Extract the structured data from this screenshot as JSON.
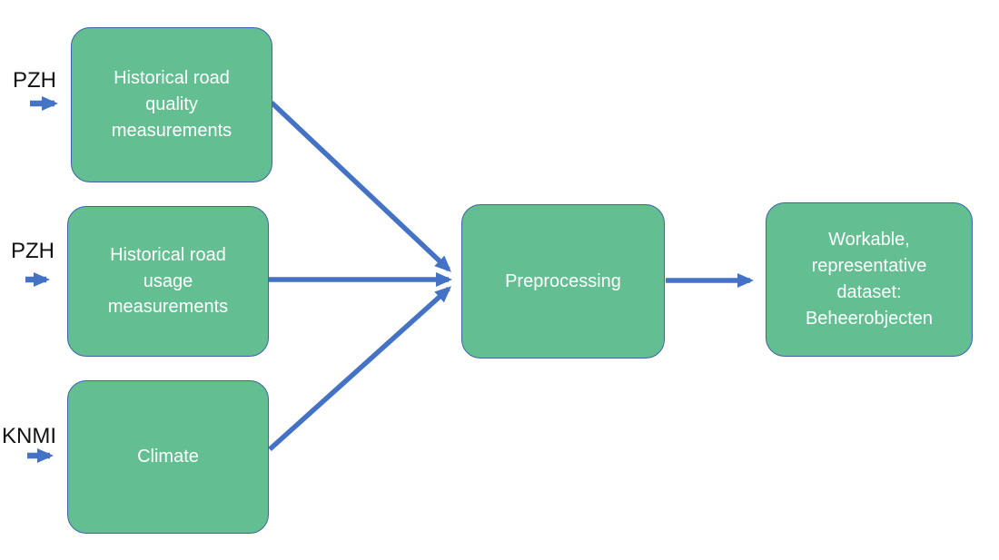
{
  "colors": {
    "node_fill": "#63BE91",
    "node_border": "#3C64A8",
    "arrow": "#4472C4",
    "node_text": "#FFFFFF",
    "source_label_text": "#111111",
    "background": "#FFFFFF"
  },
  "source_labels": [
    {
      "label": "PZH",
      "feeds": "historical-road-quality"
    },
    {
      "label": "PZH",
      "feeds": "historical-road-usage"
    },
    {
      "label": "KNMI",
      "feeds": "climate"
    }
  ],
  "nodes": [
    {
      "id": "historical-road-quality",
      "text": "Historical road\nquality\nmeasurements"
    },
    {
      "id": "historical-road-usage",
      "text": "Historical road\nusage\nmeasurements"
    },
    {
      "id": "climate",
      "text": "Climate"
    },
    {
      "id": "preprocessing",
      "text": "Preprocessing"
    },
    {
      "id": "output-dataset",
      "text": "Workable,\nrepresentative\ndataset:\nBeheerobjecten"
    }
  ],
  "edges": [
    {
      "from": "PZH",
      "to": "historical-road-quality"
    },
    {
      "from": "PZH",
      "to": "historical-road-usage"
    },
    {
      "from": "KNMI",
      "to": "climate"
    },
    {
      "from": "historical-road-quality",
      "to": "preprocessing"
    },
    {
      "from": "historical-road-usage",
      "to": "preprocessing"
    },
    {
      "from": "climate",
      "to": "preprocessing"
    },
    {
      "from": "preprocessing",
      "to": "output-dataset"
    }
  ]
}
